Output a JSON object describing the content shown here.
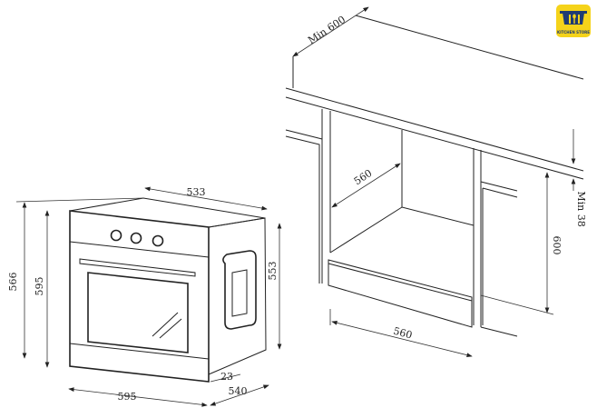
{
  "logo": {
    "text": "KITCHEN STORE",
    "bg_color": "#f5d31a",
    "fg_color": "#1f3b73"
  },
  "oven_dimensions": {
    "total_height": "566",
    "front_height": "595",
    "top_depth": "533",
    "side_height": "553",
    "front_width": "595",
    "total_depth": "540",
    "door_offset": "23"
  },
  "cabinet_dimensions": {
    "worktop_depth": "Min 600",
    "niche_depth": "560",
    "niche_height": "600",
    "worktop_gap": "Min 38",
    "niche_width": "560"
  }
}
